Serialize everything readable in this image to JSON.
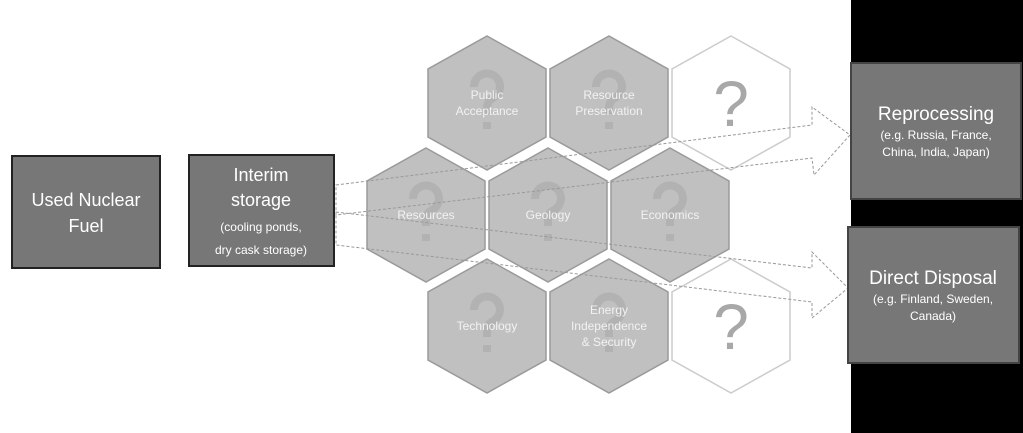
{
  "colors": {
    "box_fill": "#777777",
    "box_border": "#333333",
    "hex_fill": "#c0c0c0",
    "hex_border": "#9a9a9a",
    "empty_hex_border": "#cccccc",
    "band": "#000000"
  },
  "used_fuel": {
    "line1": "Used Nuclear",
    "line2": "Fuel"
  },
  "interim": {
    "title1": "Interim",
    "title2": "storage",
    "sub1": "(cooling ponds,",
    "sub2": "dry cask storage)"
  },
  "reprocessing": {
    "title": "Reprocessing",
    "sub1": "(e.g. Russia, France,",
    "sub2": "China, India, Japan)"
  },
  "direct_disposal": {
    "title": "Direct Disposal",
    "sub1": "(e.g. Finland, Sweden,",
    "sub2": "Canada)"
  },
  "question_mark": "?",
  "hexes": [
    {
      "lines": [
        "Public",
        "Acceptance"
      ]
    },
    {
      "lines": [
        "Resource",
        "Preservation"
      ]
    },
    {
      "lines": []
    },
    {
      "lines": [
        "Resources"
      ]
    },
    {
      "lines": [
        "Geology"
      ]
    },
    {
      "lines": [
        "Economics"
      ]
    },
    {
      "lines": [
        "Technology"
      ]
    },
    {
      "lines": [
        "Energy",
        "Independence",
        "& Security"
      ]
    },
    {
      "lines": []
    }
  ]
}
